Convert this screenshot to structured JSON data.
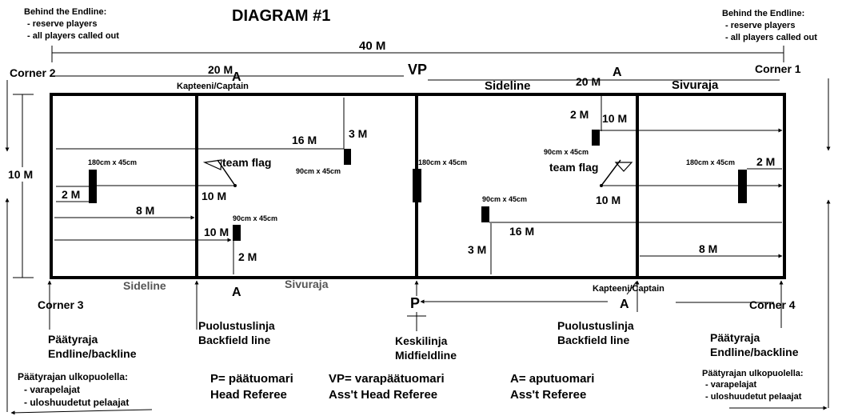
{
  "title": "DIAGRAM #1",
  "behind_left": {
    "heading": "Behind the Endline:",
    "line1": "- reserve players",
    "line2": "- all players called out"
  },
  "behind_right": {
    "heading": "Behind the Endline:",
    "line1": "- reserve players",
    "line2": "- all players called out"
  },
  "total_length": "40 M",
  "corners": {
    "c1": "Corner 1",
    "c2": "Corner 2",
    "c3": "Corner 3",
    "c4": "Corner 4"
  },
  "top": {
    "left_20m": "20 M",
    "left_a": "A",
    "vp": "VP",
    "right_20m": "20 M",
    "right_a": "A",
    "captain_left": "Kapteeni/Captain",
    "sideline_en": "Sideline",
    "sideline_fi": "Sivuraja"
  },
  "width_label": "10 M",
  "left_half": {
    "pin_size_big": "180cm x 45cm",
    "two_m": "2 M",
    "eight_m": "8 M",
    "ten_m_flag": "10 M",
    "team_flag": "team flag",
    "sixteen_m": "16 M",
    "three_m": "3 M",
    "pin_size_small_top": "90cm x 45cm",
    "pin_size_small_bottom": "90cm x 45cm",
    "ten_m_bottom": "10 M",
    "two_m_bottom": "2 M"
  },
  "center": {
    "pin_size": "180cm x 45cm"
  },
  "right_half": {
    "two_m_top": "2 M",
    "ten_m_top": "10 M",
    "pin_size_small_top": "90cm x 45cm",
    "team_flag": "team flag",
    "ten_m_flag": "10 M",
    "pin_size_big": "180cm x 45cm",
    "two_m": "2 M",
    "pin_size_small_bottom": "90cm x 45cm",
    "sixteen_m": "16 M",
    "three_m": "3 M",
    "eight_m": "8 M"
  },
  "bottom": {
    "sideline_en": "Sideline",
    "a_left": "A",
    "sideline_fi": "Sivuraja",
    "captain_right": "Kapteeni/Captain",
    "p": "P",
    "a_right": "A"
  },
  "line_labels": {
    "endline_left_fi": "Päätyraja",
    "endline_left_en": "Endline/backline",
    "backfield_left_fi": "Puolustuslinja",
    "backfield_left_en": "Backfield line",
    "mid_fi": "Keskilinja",
    "mid_en": "Midfieldline",
    "backfield_right_fi": "Puolustuslinja",
    "backfield_right_en": "Backfield line",
    "endline_right_fi": "Päätyraja",
    "endline_right_en": "Endline/backline"
  },
  "outside_left": {
    "heading": "Päätyrajan ulkopuolella:",
    "line1": "- varapelajat",
    "line2": "- uloshuudetut pelaajat"
  },
  "outside_right": {
    "heading": "Päätyrajan ulkopuolella:",
    "line1": "- varapelajat",
    "line2": "- uloshuudetut pelaajat"
  },
  "legend": {
    "p_fi": "P= päätuomari",
    "p_en": "Head Referee",
    "vp_fi": "VP= varapäätuomari",
    "vp_en": "Ass't Head Referee",
    "a_fi": "A= aputuomari",
    "a_en": "Ass't Referee"
  }
}
